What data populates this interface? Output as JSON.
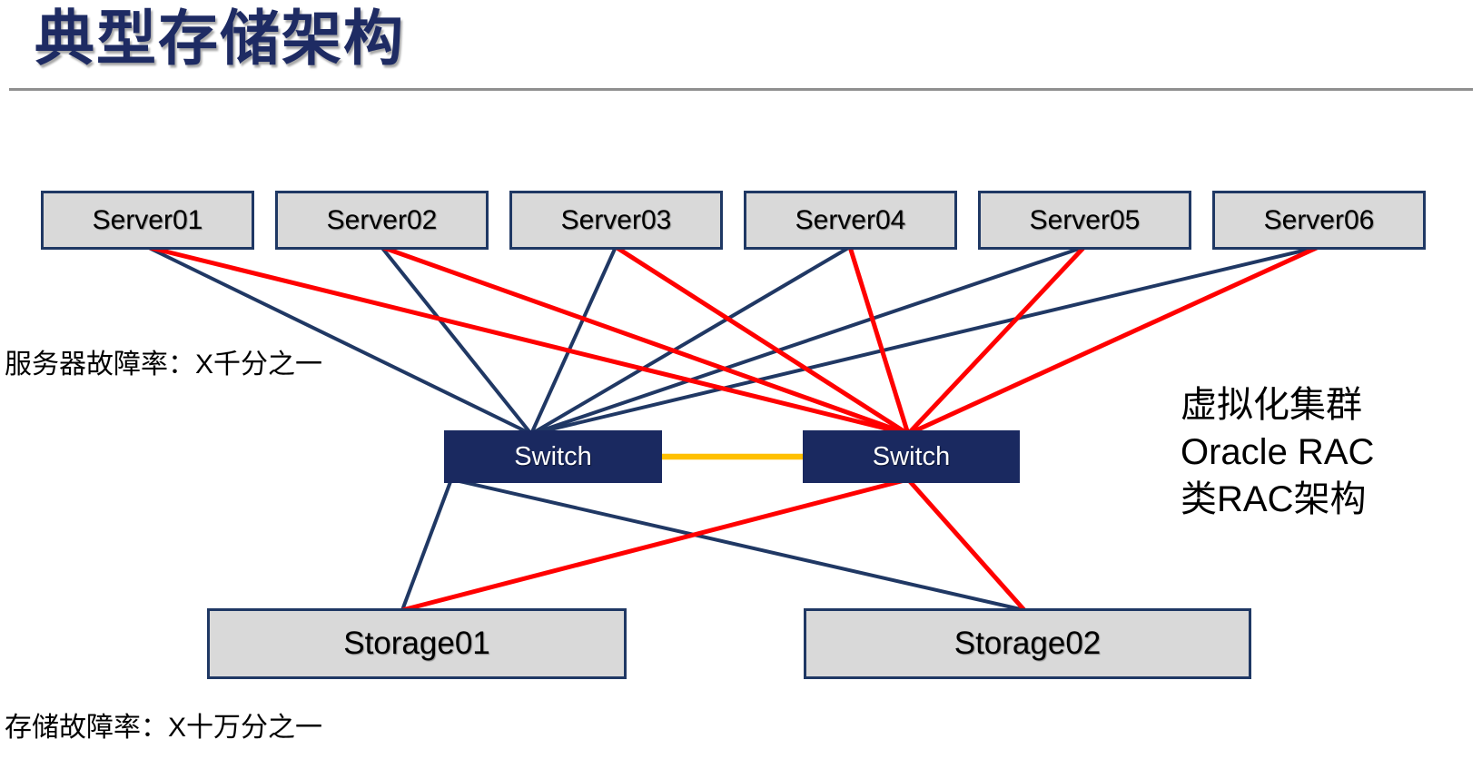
{
  "title": "典型存储架构",
  "colors": {
    "navy": "#203864",
    "red": "#FF0000",
    "yellow": "#FFC000",
    "box_fill": "#D9D9D9",
    "switch_fill": "#1A2960",
    "title_text": "#1E2B63",
    "divider": "#8F8F8F",
    "text": "#000000"
  },
  "nodes": {
    "servers": [
      {
        "label": "Server01"
      },
      {
        "label": "Server02"
      },
      {
        "label": "Server03"
      },
      {
        "label": "Server04"
      },
      {
        "label": "Server05"
      },
      {
        "label": "Server06"
      }
    ],
    "switches": [
      {
        "label": "Switch"
      },
      {
        "label": "Switch"
      }
    ],
    "storages": [
      {
        "label": "Storage01"
      },
      {
        "label": "Storage02"
      }
    ]
  },
  "edges": [
    {
      "from": "server01",
      "to": "switch-a",
      "color_role": "navy"
    },
    {
      "from": "server02",
      "to": "switch-a",
      "color_role": "navy"
    },
    {
      "from": "server03",
      "to": "switch-a",
      "color_role": "navy"
    },
    {
      "from": "server04",
      "to": "switch-a",
      "color_role": "navy"
    },
    {
      "from": "server05",
      "to": "switch-a",
      "color_role": "navy"
    },
    {
      "from": "server06",
      "to": "switch-a",
      "color_role": "navy"
    },
    {
      "from": "switch-a",
      "to": "storage01",
      "color_role": "navy"
    },
    {
      "from": "switch-a",
      "to": "storage02",
      "color_role": "navy"
    },
    {
      "from": "server01",
      "to": "switch-b",
      "color_role": "red"
    },
    {
      "from": "server02",
      "to": "switch-b",
      "color_role": "red"
    },
    {
      "from": "server03",
      "to": "switch-b",
      "color_role": "red"
    },
    {
      "from": "server04",
      "to": "switch-b",
      "color_role": "red"
    },
    {
      "from": "server05",
      "to": "switch-b",
      "color_role": "red"
    },
    {
      "from": "server06",
      "to": "switch-b",
      "color_role": "red"
    },
    {
      "from": "switch-b",
      "to": "storage01",
      "color_role": "red"
    },
    {
      "from": "switch-b",
      "to": "storage02",
      "color_role": "red"
    },
    {
      "from": "switch-a",
      "to": "switch-b",
      "color_role": "yellow"
    }
  ],
  "annotations": {
    "server_failure_rate": "服务器故障率：X千分之一",
    "storage_failure_rate": "存储故障率：X十万分之一",
    "cluster_note_lines": [
      "虚拟化集群",
      "Oracle RAC",
      "类RAC架构"
    ]
  }
}
